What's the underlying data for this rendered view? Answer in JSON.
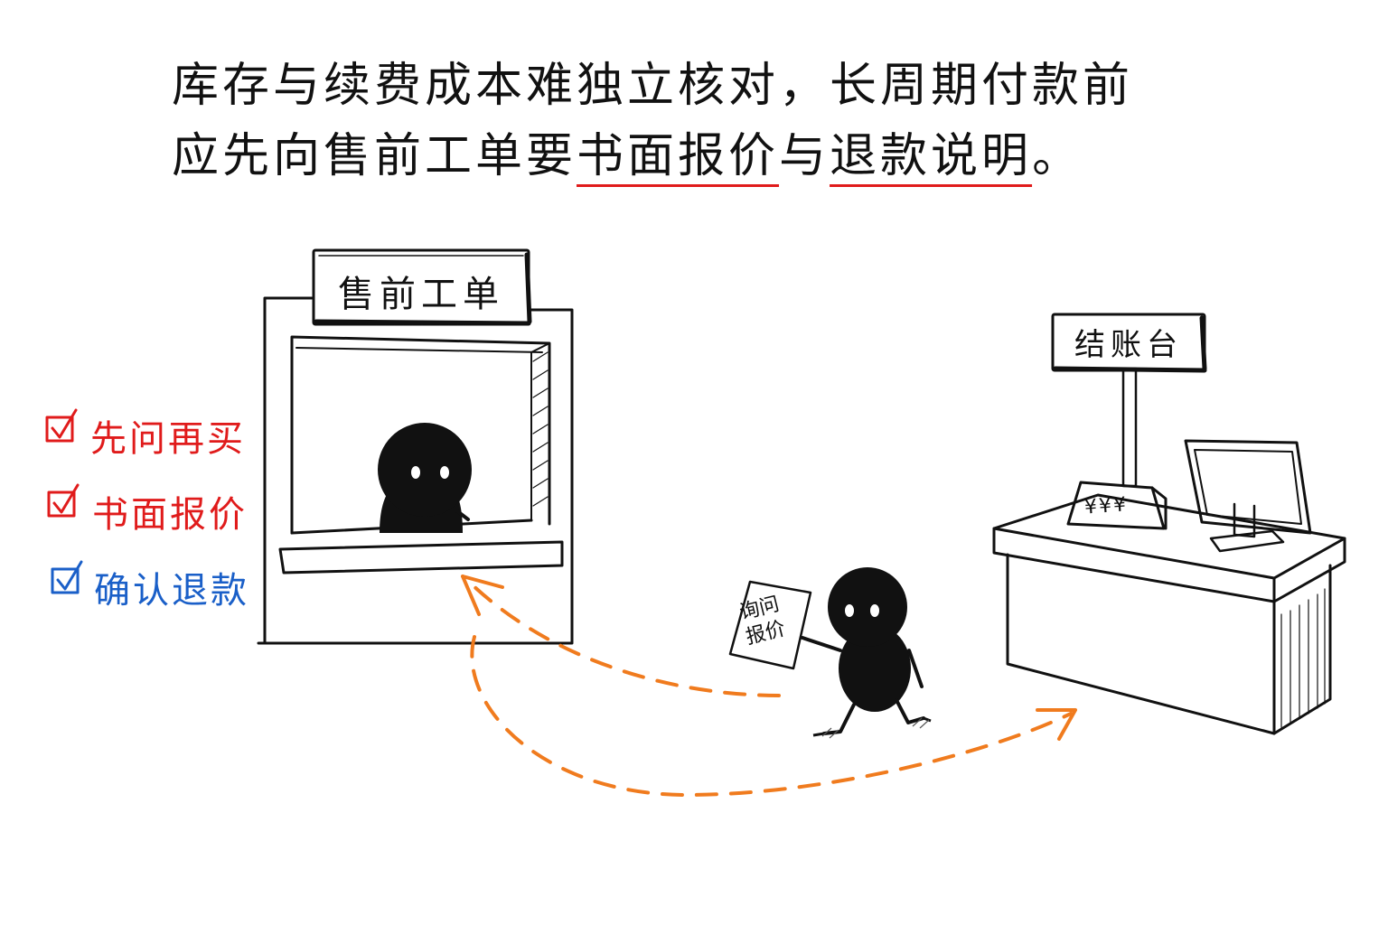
{
  "headline": {
    "line1": "库存与续费成本难独立核对，长周期付款前",
    "line2_pre": "应先向售前工单要",
    "line2_hl1": "书面报价",
    "line2_mid": "与",
    "line2_hl2": "退款说明",
    "line2_end": "。"
  },
  "checklist": [
    {
      "label": "先问再买",
      "color": "#e01b1b"
    },
    {
      "label": "书面报价",
      "color": "#e01b1b"
    },
    {
      "label": "确认退款",
      "color": "#1a5fc8"
    }
  ],
  "presales_sign": "售前工单",
  "checkout_sign": "结账台",
  "paper_note": {
    "line1": "询问",
    "line2": "报价"
  },
  "price_tag": "¥¥¥",
  "colors": {
    "arrow": "#f07b1e",
    "underline": "#e01b1b",
    "ink": "#111111"
  }
}
